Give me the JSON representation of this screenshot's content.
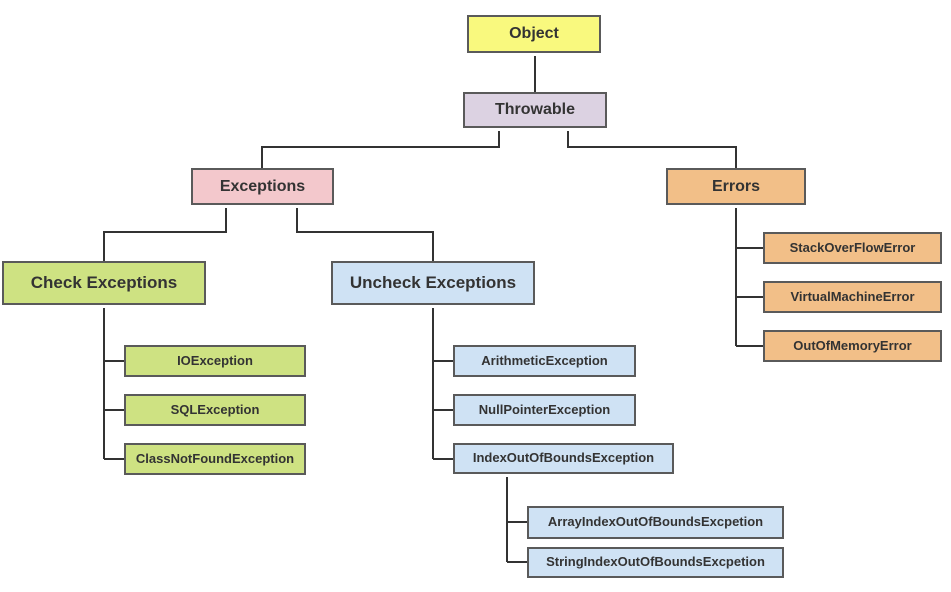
{
  "diagram": {
    "nodes": {
      "object": {
        "label": "Object"
      },
      "throwable": {
        "label": "Throwable"
      },
      "exceptions": {
        "label": "Exceptions"
      },
      "errors": {
        "label": "Errors"
      },
      "check_exceptions": {
        "label": "Check Exceptions"
      },
      "uncheck_exceptions": {
        "label": "Uncheck Exceptions"
      },
      "io_exception": {
        "label": "IOException"
      },
      "sql_exception": {
        "label": "SQLException"
      },
      "class_not_found_exception": {
        "label": "ClassNotFoundException"
      },
      "arithmetic_exception": {
        "label": "ArithmeticException"
      },
      "null_pointer_exception": {
        "label": "NullPointerException"
      },
      "index_out_of_bounds_exception": {
        "label": "IndexOutOfBoundsException"
      },
      "array_index_out_of_bounds": {
        "label": "ArrayIndexOutOfBoundsExcpetion"
      },
      "string_index_out_of_bounds": {
        "label": "StringIndexOutOfBoundsExcpetion"
      },
      "stack_overflow_error": {
        "label": "StackOverFlowError"
      },
      "virtual_machine_error": {
        "label": "VirtualMachineError"
      },
      "out_of_memory_error": {
        "label": "OutOfMemoryError"
      }
    },
    "edges": [
      {
        "from": "Throwable",
        "to": "Object"
      },
      {
        "from": "Exceptions",
        "to": "Throwable"
      },
      {
        "from": "Errors",
        "to": "Throwable"
      },
      {
        "from": "Check Exceptions",
        "to": "Exceptions"
      },
      {
        "from": "Uncheck Exceptions",
        "to": "Exceptions"
      },
      {
        "from": "StackOverFlowError",
        "to": "Errors"
      },
      {
        "from": "VirtualMachineError",
        "to": "Errors"
      },
      {
        "from": "OutOfMemoryError",
        "to": "Errors"
      },
      {
        "from": "IOException",
        "to": "Check Exceptions"
      },
      {
        "from": "SQLException",
        "to": "Check Exceptions"
      },
      {
        "from": "ClassNotFoundException",
        "to": "Check Exceptions"
      },
      {
        "from": "ArithmeticException",
        "to": "Uncheck Exceptions"
      },
      {
        "from": "NullPointerException",
        "to": "Uncheck Exceptions"
      },
      {
        "from": "IndexOutOfBoundsException",
        "to": "Uncheck Exceptions"
      },
      {
        "from": "ArrayIndexOutOfBoundsExcpetion",
        "to": "IndexOutOfBoundsException"
      },
      {
        "from": "StringIndexOutOfBoundsExcpetion",
        "to": "IndexOutOfBoundsException"
      }
    ],
    "colors": {
      "yellow": "#f9f97e",
      "lavender": "#dcd2e2",
      "pink": "#f3c8cc",
      "orange": "#f2bf88",
      "green": "#cee282",
      "blue": "#cfe2f4",
      "line": "#333333",
      "text": "#333333",
      "background": "#ffffff"
    }
  }
}
